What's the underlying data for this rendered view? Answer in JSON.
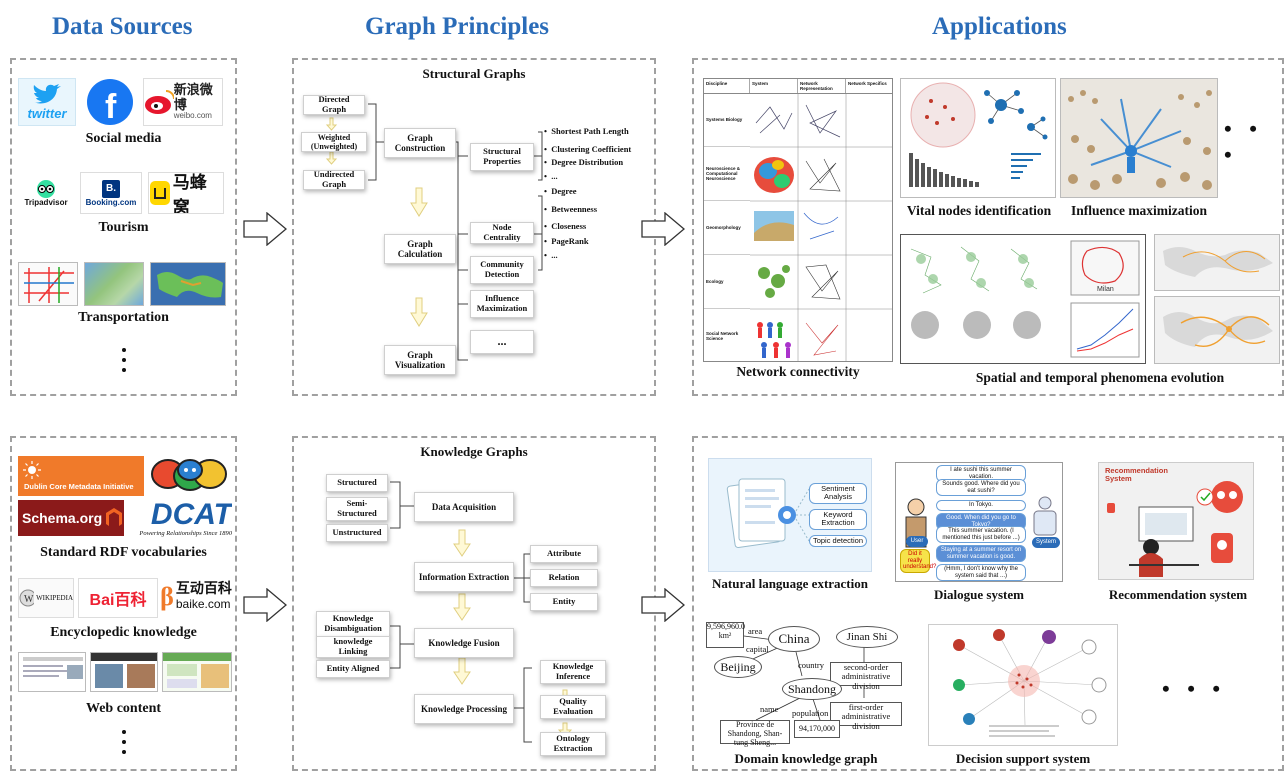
{
  "headers": {
    "data_sources": "Data Sources",
    "graph_principles": "Graph Principles",
    "applications": "Applications"
  },
  "sources_top": {
    "social_media": "Social media",
    "tourism": "Tourism",
    "transportation": "Transportation",
    "twitter_logo": "twitter",
    "weibo_logo_cn": "新浪微博",
    "weibo_logo_en": "weibo.com",
    "tripadvisor_logo": "Tripadvisor",
    "booking_logo": "Booking.com",
    "mafengwo_logo": "马蜂窝"
  },
  "sources_bottom": {
    "rdf": "Standard RDF vocabularies",
    "encyclopedic": "Encyclopedic knowledge",
    "web_content": "Web content",
    "dublin_core_logo": "Dublin Core Metadata Initiative",
    "schema_logo": "Schema.org",
    "dcat_logo": "DCAT",
    "dcat_tag": "Powering Relationships Since 1890",
    "wikipedia_logo": "WIKIPEDIA",
    "baidu_logo": "Bai百科",
    "hudong_logo_cn": "互动百科",
    "hudong_logo_en": "baike.com"
  },
  "structural": {
    "title": "Structural Graphs",
    "inputs": [
      "Directed Graph",
      "Weighted (Unweighted)",
      "Undirected Graph"
    ],
    "main_steps": [
      "Graph Construction",
      "Graph Calculation",
      "Graph Visualization"
    ],
    "branches": [
      "Structural Properties",
      "Node Centrality",
      "Community Detection",
      "Influence Maximization",
      "..."
    ],
    "structural_props": [
      "Shortest Path Length",
      "Clustering Coefficient",
      "Degree Distribution",
      "..."
    ],
    "centrality_items": [
      "Degree",
      "Betweenness",
      "Closeness",
      "PageRank",
      "..."
    ]
  },
  "knowledge": {
    "title": "Knowledge Graphs",
    "data_inputs": [
      "Structured",
      "Semi-Structured",
      "Unstructured"
    ],
    "main_steps": [
      "Data Acquisition",
      "Information Extraction",
      "Knowledge Fusion",
      "Knowledge Processing"
    ],
    "extraction_items": [
      "Attribute",
      "Relation",
      "Entity"
    ],
    "fusion_inputs": [
      "Knowledge Disambiguation",
      "knowledge Linking",
      "Entity Aligned"
    ],
    "processing_items": [
      "Knowledge Inference",
      "Quality Evaluation",
      "Ontology Extraction"
    ]
  },
  "apps_top": {
    "network_connectivity": "Network connectivity",
    "vital_nodes": "Vital nodes identification",
    "influence_max": "Influence maximization",
    "spatiotemporal": "Spatial and temporal phenomena evolution",
    "table_headers": [
      "Discipline",
      "System",
      "Network Representation",
      "Network Specifics"
    ],
    "table_rows": [
      "Systems Biology",
      "Neuroscience & Computational Neuroscience",
      "Geomorphology",
      "Ecology",
      "Social Network Science"
    ],
    "map_label": "Milan"
  },
  "apps_bottom": {
    "nle": "Natural language extraction",
    "dialogue": "Dialogue system",
    "recommendation": "Recommendation system",
    "domain_kg": "Domain knowledge graph",
    "decision": "Decision support system",
    "nle_tags": [
      "Sentiment Analysis",
      "Keyword Extraction",
      "Topic detection"
    ],
    "dialogue_lines": [
      "I ate sushi this summer vacation.",
      "Sounds good. Where did you eat sushi?",
      "In Tokyo.",
      "Good. When did you go to Tokyo?",
      "This summer vacation. (I mentioned this just before ...)",
      "Staying at a summer resort on summer vacation is good.",
      "(Hmm, I don't know why the system said that ...)"
    ],
    "dialogue_user": "User",
    "dialogue_system": "System",
    "dialogue_thought": "Did it really understand?",
    "rec_title": "Recommendation System",
    "kg_nodes": {
      "area": "9,596,960.0 km²",
      "china": "China",
      "jinan": "Jinan Shi",
      "beijing": "Beijing",
      "shandong": "Shandong",
      "second_order": "second-order administrative division",
      "first_order": "first-order administrative division",
      "province": "Province de Shandong, Shan-tung Sheng...",
      "population_value": "94,170,000"
    },
    "kg_edges": {
      "area": "area",
      "capital": "capital",
      "country": "country",
      "name": "name",
      "population": "population"
    }
  },
  "ellipsis": "..."
}
